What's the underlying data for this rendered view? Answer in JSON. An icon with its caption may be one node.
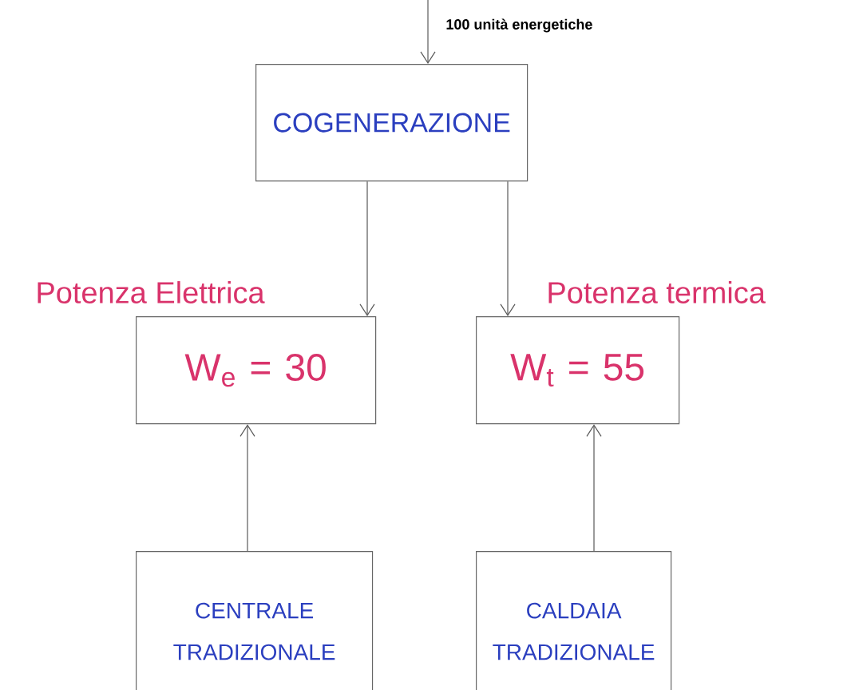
{
  "diagram": {
    "nodes": [
      {
        "text": [
          "COGENERAZIONE"
        ]
      },
      {
        "text": [
          "Potenza Elettrica",
          "W$_{e}$ = 30"
        ]
      },
      {
        "text": [
          "Potenza termica",
          "W$_{t}$ = 55"
        ]
      },
      {
        "text": [
          "CENTRALE TRADIZIONALE"
        ]
      },
      {
        "text": [
          "CALDAIA TRADIZIONALE"
        ]
      }
    ],
    "edges": [
      {
        "from": null,
        "to": 0,
        "arrow": "to",
        "label": "100 unità energetiche"
      },
      {
        "from": 0,
        "to": 1,
        "arrow": "to"
      },
      {
        "from": 0,
        "to": 2,
        "arrow": "to"
      },
      {
        "from": 3,
        "to": 1,
        "arrow": "to"
      },
      {
        "from": 4,
        "to": 2,
        "arrow": "to"
      }
    ]
  }
}
